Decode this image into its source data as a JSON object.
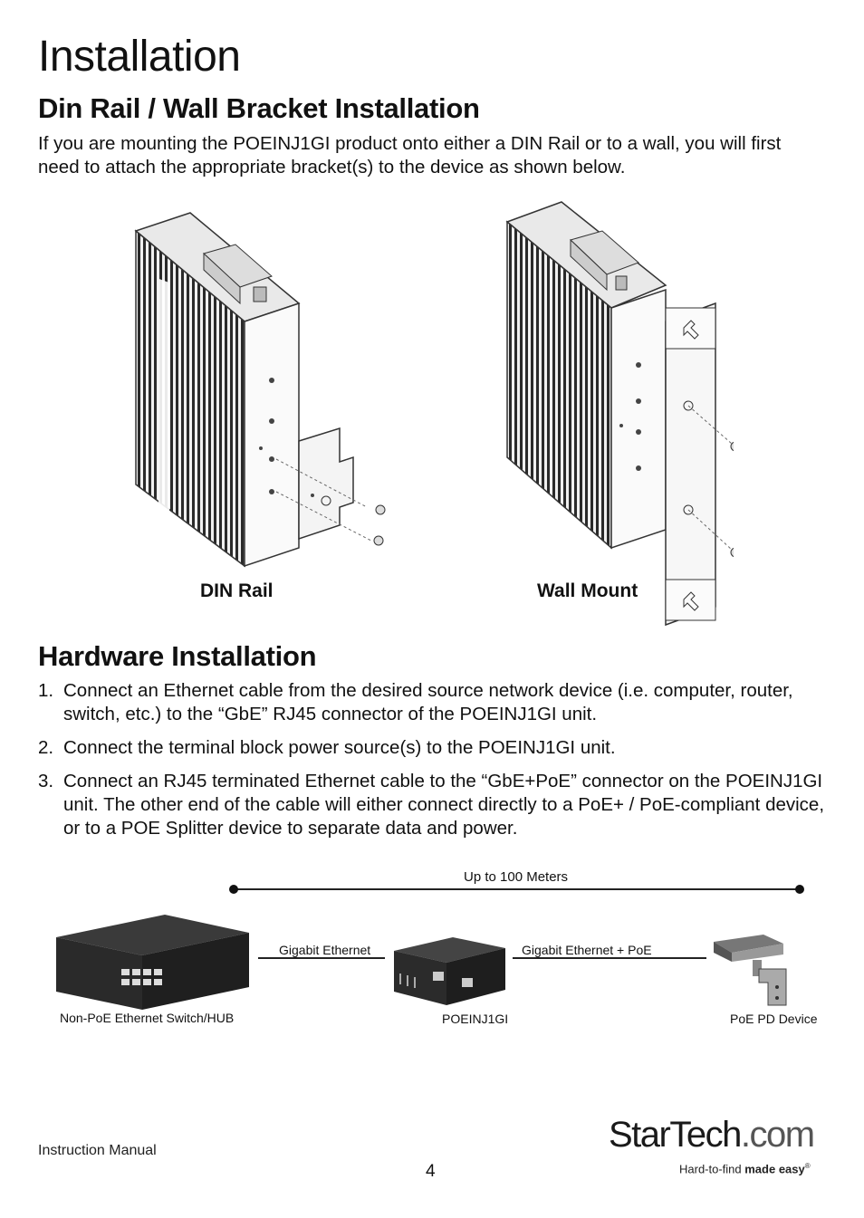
{
  "title": "Installation",
  "din_section": {
    "heading": "Din Rail / Wall Bracket Installation",
    "intro": "If you are mounting the POEINJ1GI product onto either a DIN Rail or to a wall, you will first need to attach the appropriate bracket(s) to the device as shown below.",
    "caption_din": "DIN Rail",
    "caption_wall": "Wall Mount"
  },
  "hardware_section": {
    "heading": "Hardware Installation",
    "steps": [
      {
        "num": "1.",
        "text": "Connect an Ethernet cable from the desired source network device (i.e. computer, router, switch, etc.) to the “GbE” RJ45 connector of the POEINJ1GI unit."
      },
      {
        "num": "2.",
        "text": "Connect the terminal block power source(s) to the POEINJ1GI unit."
      },
      {
        "num": "3.",
        "text": "Connect an RJ45 terminated Ethernet cable to the “GbE+PoE” connector on the POEINJ1GI unit. The other end of the cable will either connect directly to a PoE+ / PoE-compliant device, or to a POE Splitter device to separate data and power."
      }
    ]
  },
  "diagram": {
    "distance_label": "Up to 100 Meters",
    "link1_label": "Gigabit Ethernet",
    "link2_label": "Gigabit Ethernet + PoE",
    "switch_label": "Non-PoE Ethernet Switch/HUB",
    "injector_label": "POEINJ1GI",
    "device_label": "PoE PD Device"
  },
  "footer": {
    "left": "Instruction Manual",
    "page": "4",
    "logo_text": "StarTech",
    "logo_suffix": ".com",
    "tagline_plain": "Hard-to-find ",
    "tagline_bold": "made easy",
    "tagline_mark": "®"
  }
}
